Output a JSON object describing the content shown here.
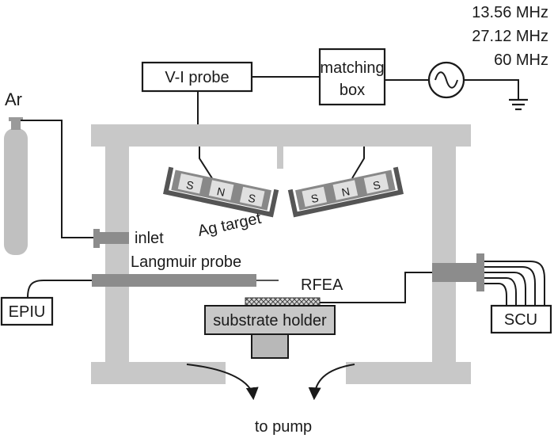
{
  "diagram": {
    "type": "experimental-setup-schematic",
    "rf_source": {
      "frequencies": [
        "13.56 MHz",
        "27.12 MHz",
        "60 MHz"
      ],
      "icon": "ac-source-icon"
    },
    "components": {
      "vi_probe": "V-I probe",
      "matching_box_line1": "matching",
      "matching_box_line2": "box",
      "gas": "Ar",
      "inlet": "inlet",
      "target": "Ag target",
      "magnet_left": [
        "S",
        "N",
        "S"
      ],
      "magnet_right": [
        "S",
        "N",
        "S"
      ],
      "langmuir_probe": "Langmuir probe",
      "epiu": "EPIU",
      "rfea": "RFEA",
      "substrate_holder": "substrate holder",
      "scu": "SCU",
      "pump": "to pump"
    }
  }
}
